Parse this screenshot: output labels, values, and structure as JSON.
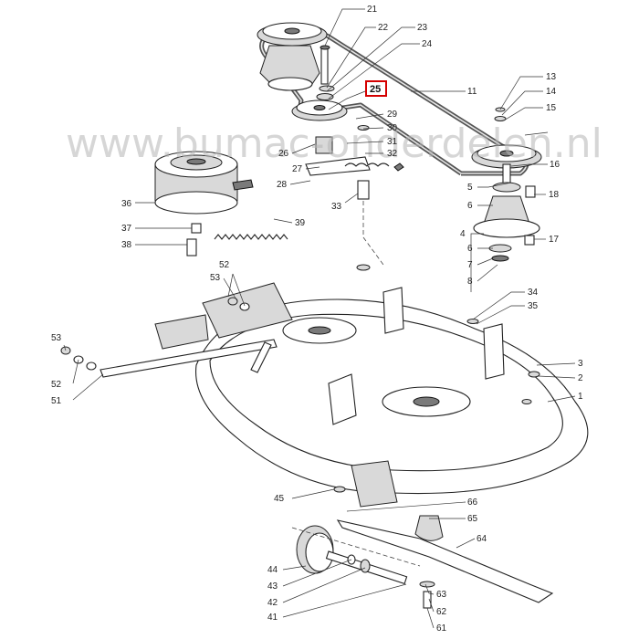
{
  "watermark": "www.bumac-onderdelen.nl",
  "highlight_color": "#d40000",
  "highlighted_part": "25",
  "labels": {
    "p1": "1",
    "p2": "2",
    "p3": "3",
    "p4": "4",
    "p5": "5",
    "p6a": "6",
    "p6b": "6",
    "p7": "7",
    "p8": "8",
    "p11": "11",
    "p13": "13",
    "p14": "14",
    "p15": "15",
    "p16": "16",
    "p17": "17",
    "p18": "18",
    "p21": "21",
    "p22": "22",
    "p23": "23",
    "p24": "24",
    "p25": "25",
    "p26": "26",
    "p27": "27",
    "p28": "28",
    "p29": "29",
    "p30": "30",
    "p31": "31",
    "p32": "32",
    "p33": "33",
    "p34": "34",
    "p35": "35",
    "p36": "36",
    "p37": "37",
    "p38": "38",
    "p39": "39",
    "p41": "41",
    "p42": "42",
    "p43": "43",
    "p44": "44",
    "p45": "45",
    "p51": "51",
    "p52a": "52",
    "p52b": "52",
    "p53a": "53",
    "p53b": "53",
    "p61": "61",
    "p62": "62",
    "p63": "63",
    "p64": "64",
    "p65": "65",
    "p66": "66"
  }
}
